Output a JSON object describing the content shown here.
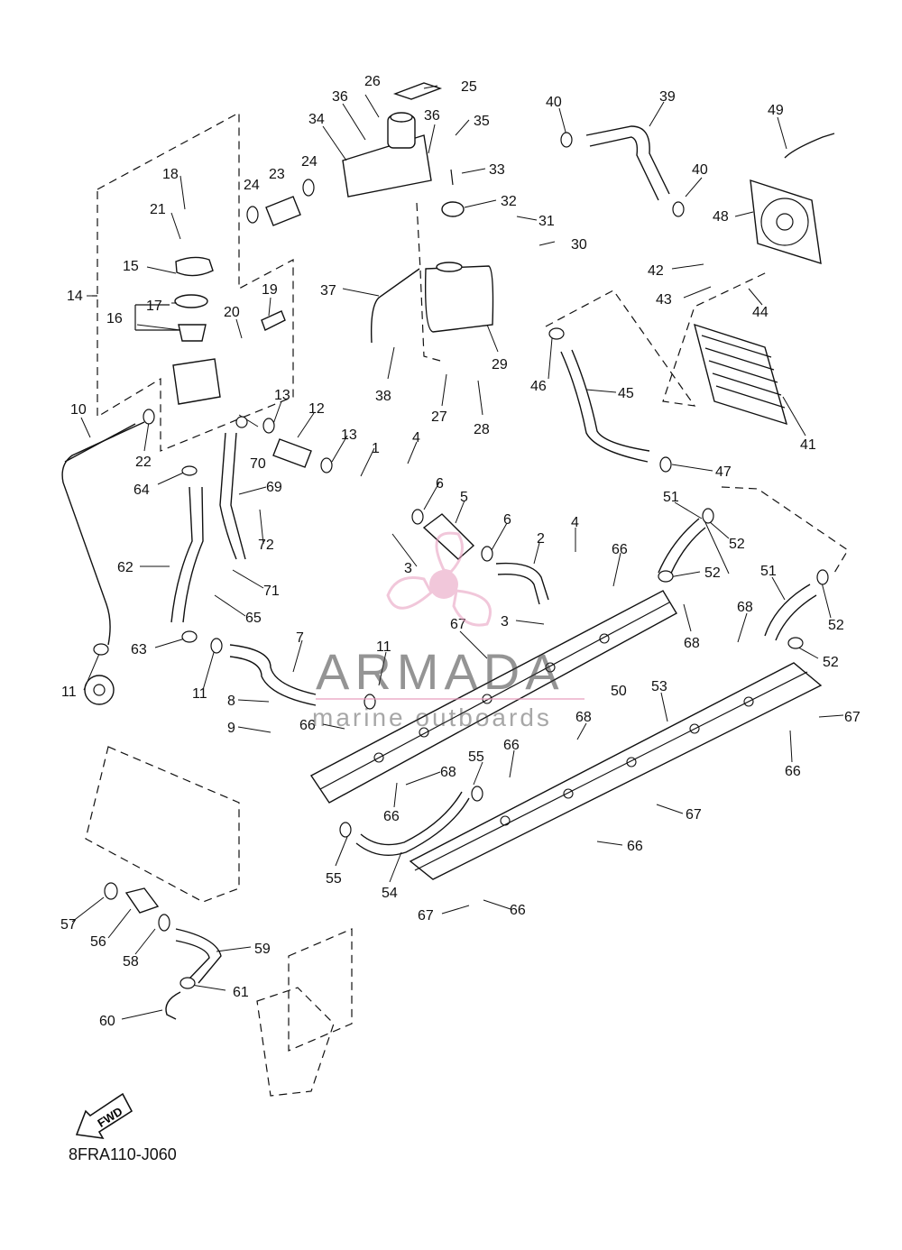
{
  "diagram": {
    "drawing_code": "8FRA110-J060",
    "fwd_label": "FWD",
    "watermark": {
      "title": "ARMADA",
      "subtitle": "marine outboards"
    },
    "callouts": [
      "1",
      "2",
      "3",
      "4",
      "5",
      "6",
      "7",
      "8",
      "9",
      "10",
      "11",
      "12",
      "13",
      "14",
      "15",
      "16",
      "17",
      "18",
      "19",
      "20",
      "21",
      "22",
      "23",
      "24",
      "25",
      "26",
      "27",
      "28",
      "29",
      "30",
      "31",
      "32",
      "33",
      "34",
      "35",
      "36",
      "37",
      "38",
      "39",
      "40",
      "41",
      "42",
      "43",
      "44",
      "45",
      "46",
      "47",
      "48",
      "49",
      "50",
      "51",
      "52",
      "53",
      "54",
      "55",
      "56",
      "57",
      "58",
      "59",
      "60",
      "61",
      "62",
      "63",
      "64",
      "65",
      "66",
      "67",
      "68",
      "69",
      "70",
      "71",
      "72"
    ]
  }
}
